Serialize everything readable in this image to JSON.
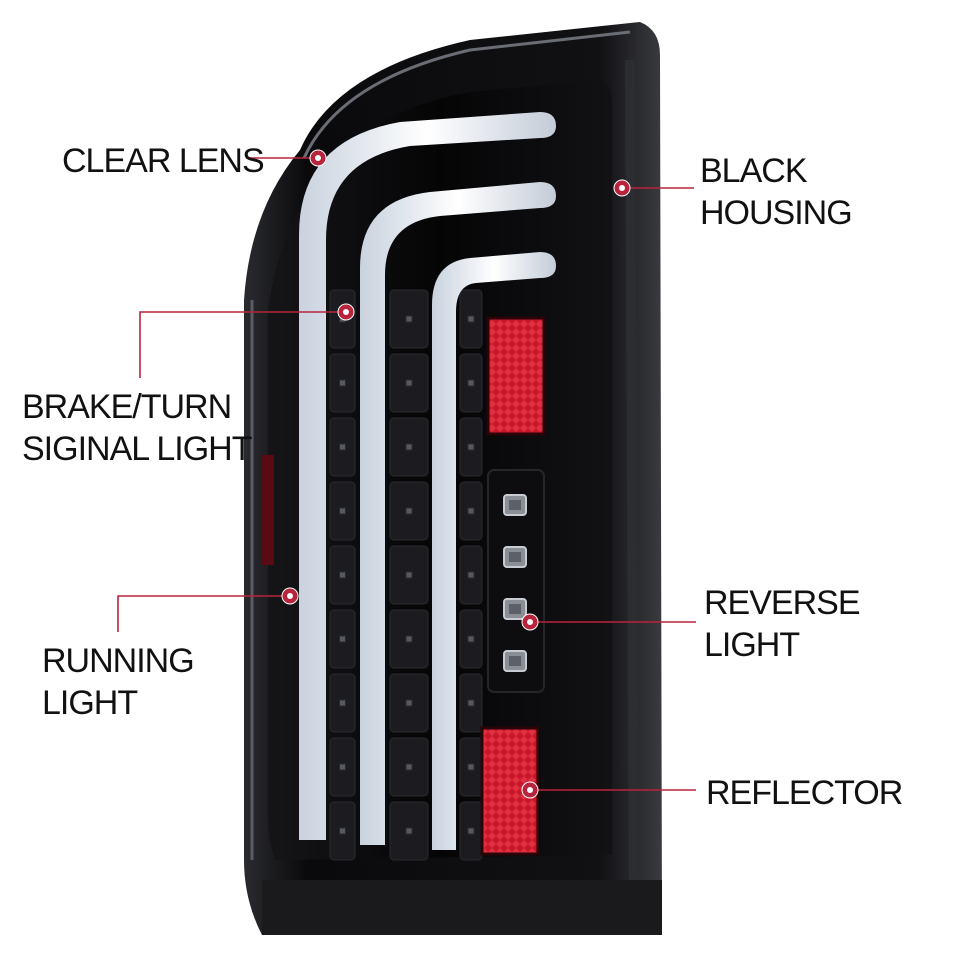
{
  "callouts": [
    {
      "id": "clear-lens",
      "lines": [
        "CLEAR LENS"
      ]
    },
    {
      "id": "black-housing",
      "lines": [
        "BLACK",
        "HOUSING"
      ]
    },
    {
      "id": "brake-turn",
      "lines": [
        "BRAKE/TURN",
        "SIGINAL LIGHT"
      ]
    },
    {
      "id": "running-light",
      "lines": [
        "RUNNING",
        "LIGHT"
      ]
    },
    {
      "id": "reverse-light",
      "lines": [
        "REVERSE",
        "LIGHT"
      ]
    },
    {
      "id": "reflector",
      "lines": [
        "REFLECTOR"
      ]
    }
  ],
  "colors": {
    "leader": "#b8243c",
    "housing": "#0b0b0d",
    "light_bar": "#eef2f7",
    "reflector": "#c8162a",
    "text": "#111111"
  }
}
